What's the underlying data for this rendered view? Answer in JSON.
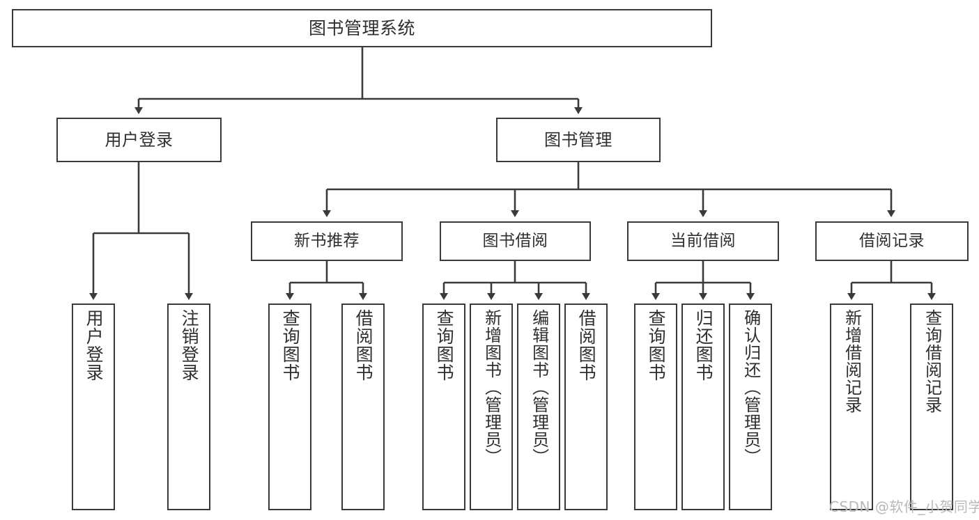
{
  "diagram": {
    "title": "图书管理系统",
    "type": "tree",
    "root": {
      "label": "图书管理系统"
    },
    "level2": [
      {
        "label": "用户登录"
      },
      {
        "label": "图书管理"
      }
    ],
    "level3": [
      {
        "label": "新书推荐"
      },
      {
        "label": "图书借阅"
      },
      {
        "label": "当前借阅"
      },
      {
        "label": "借阅记录"
      }
    ],
    "leaves": [
      {
        "label": "用户登录",
        "parent": "用户登录"
      },
      {
        "label": "注销登录",
        "parent": "用户登录"
      },
      {
        "label": "查询图书",
        "parent": "新书推荐"
      },
      {
        "label": "借阅图书",
        "parent": "新书推荐"
      },
      {
        "label": "查询图书",
        "parent": "图书借阅"
      },
      {
        "label": "新增图书（管理员）",
        "parent": "图书借阅"
      },
      {
        "label": "编辑图书（管理员）",
        "parent": "图书借阅"
      },
      {
        "label": "借阅图书",
        "parent": "图书借阅"
      },
      {
        "label": "查询图书",
        "parent": "当前借阅"
      },
      {
        "label": "归还图书",
        "parent": "当前借阅"
      },
      {
        "label": "确认归还（管理员）",
        "parent": "当前借阅"
      },
      {
        "label": "新增借阅记录",
        "parent": "借阅记录"
      },
      {
        "label": "查询借阅记录",
        "parent": "借阅记录"
      }
    ]
  },
  "watermark": {
    "text": "CSDN @软件_小贺同学"
  },
  "colors": {
    "stroke": "#3a3a3a",
    "background": "#ffffff",
    "text": "#2f2f2f",
    "watermark": "#b9b9b9"
  }
}
